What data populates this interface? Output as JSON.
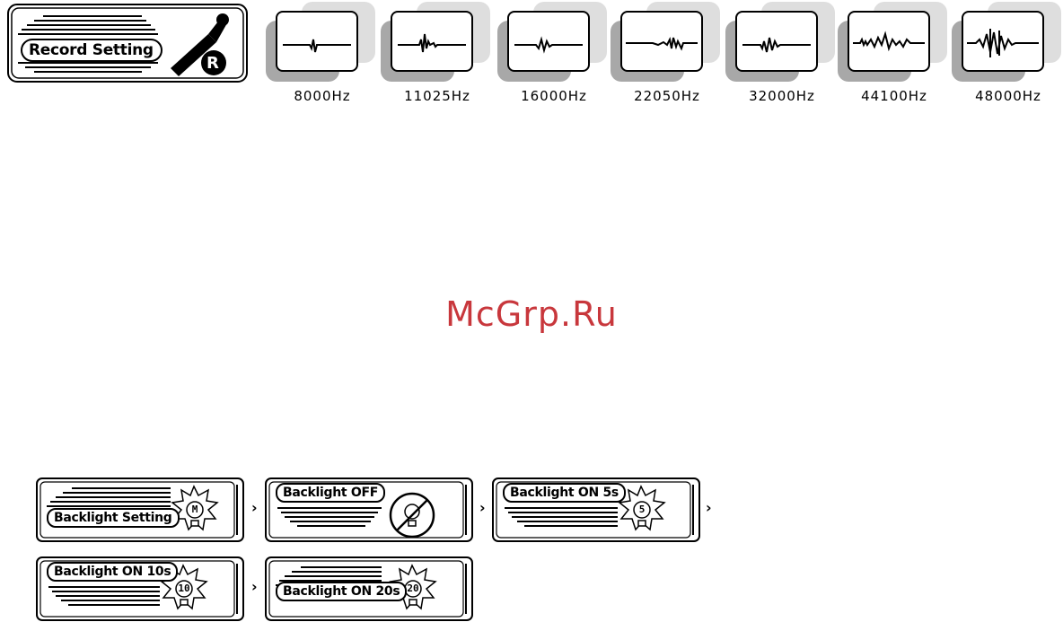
{
  "record_setting": {
    "label": "Record Setting",
    "badge": "R"
  },
  "sample_rates": [
    {
      "label": "8000Hz"
    },
    {
      "label": "11025Hz"
    },
    {
      "label": "16000Hz"
    },
    {
      "label": "22050Hz"
    },
    {
      "label": "32000Hz"
    },
    {
      "label": "44100Hz"
    },
    {
      "label": "48000Hz"
    }
  ],
  "watermark": "McGrp.Ru",
  "backlight": {
    "setting": {
      "label": "Backlight Setting",
      "icon_text": "M"
    },
    "off": {
      "label": "Backlight OFF"
    },
    "on5": {
      "label": "Backlight ON 5s",
      "icon_text": "5"
    },
    "on10": {
      "label": "Backlight ON 10s",
      "icon_text": "10"
    },
    "on20": {
      "label": "Backlight ON 20s",
      "icon_text": "20"
    },
    "arrow": "›"
  },
  "colors": {
    "watermark": "#c8373c",
    "shadow_dark": "#a8a8a8",
    "shadow_light": "#dedede"
  }
}
